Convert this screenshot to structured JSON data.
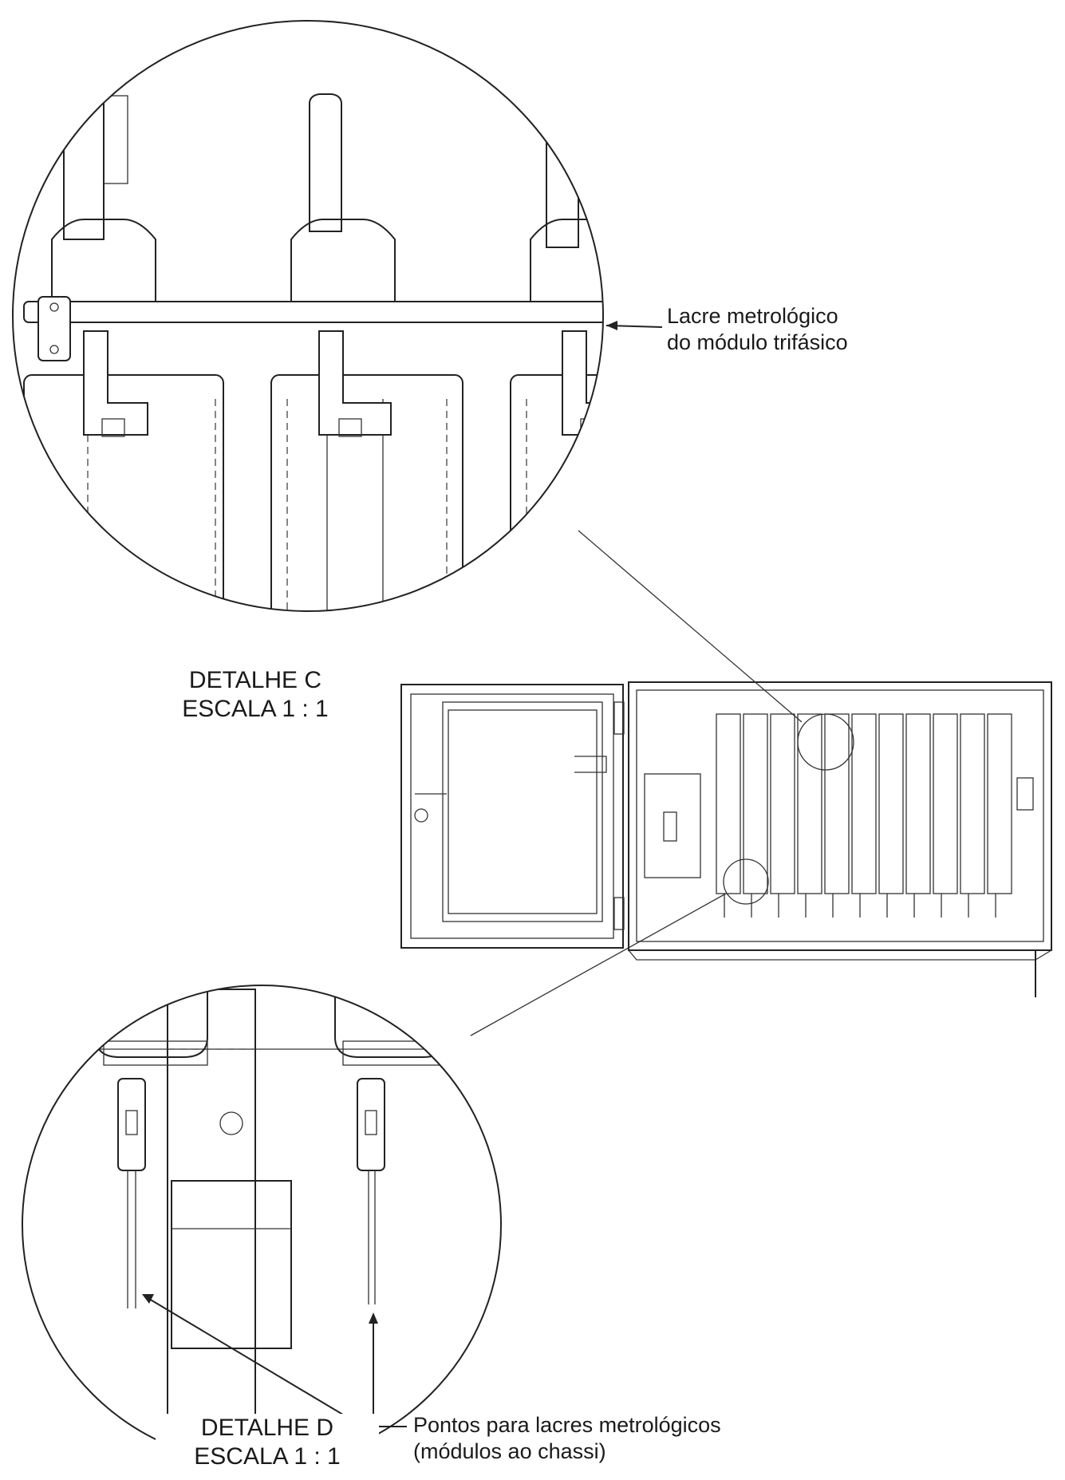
{
  "labels": {
    "detail_c_callout_line1": "Lacre metrológico",
    "detail_c_callout_line2": "do módulo trifásico",
    "detail_c_title": "DETALHE C",
    "detail_c_scale": "ESCALA 1 : 1",
    "detail_d_callout_line1": "Pontos para lacres metrológicos",
    "detail_d_callout_line2": "(módulos ao chassi)",
    "detail_d_title": "DETALHE D",
    "detail_d_scale": "ESCALA 1 : 1"
  },
  "colors": {
    "ink": "#222222",
    "paper": "#ffffff"
  }
}
